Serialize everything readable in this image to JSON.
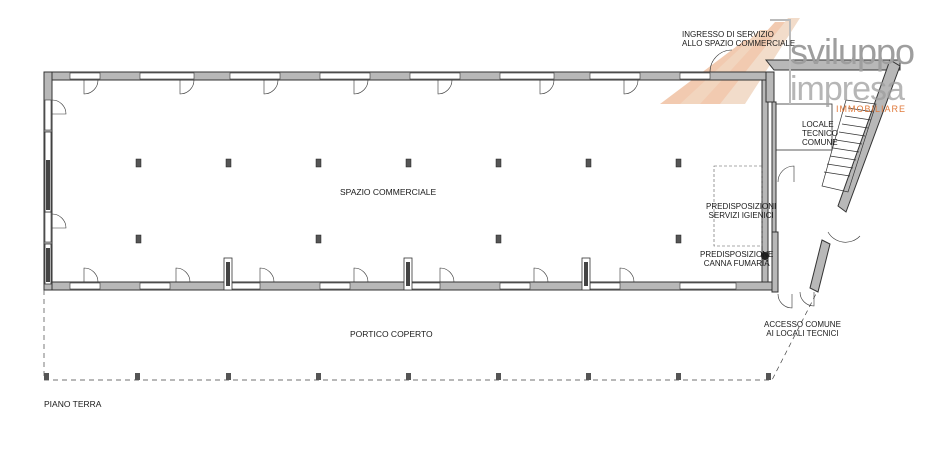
{
  "labels": {
    "main_space": "SPAZIO COMMERCIALE",
    "portico": "PORTICO COPERTO",
    "floor": "PIANO TERRA",
    "service_entrance_line1": "INGRESSO DI SERVIZIO",
    "service_entrance_line2": "ALLO SPAZIO COMMERCIALE",
    "technical_room_line1": "LOCALE",
    "technical_room_line2": "TECNICO",
    "technical_room_line3": "COMUNE",
    "toilets_line1": "PREDISPOSIZIONI",
    "toilets_line2": "SERVIZI IGIENICI",
    "flue_line1": "PREDISPOSIZIONE",
    "flue_line2": "CANNA FUMARIA",
    "common_access_line1": "ACCESSO COMUNE",
    "common_access_line2": "AI LOCALI  TECNICI"
  },
  "logo": {
    "line1": "sviluppo",
    "line2": "impresa",
    "tagline": "IMMOBILIARE"
  },
  "colors": {
    "wall": "#b8b8b8",
    "wall_stroke": "#333333",
    "logo_gray": "#9e9e9e",
    "logo_orange": "#e07a3c"
  }
}
